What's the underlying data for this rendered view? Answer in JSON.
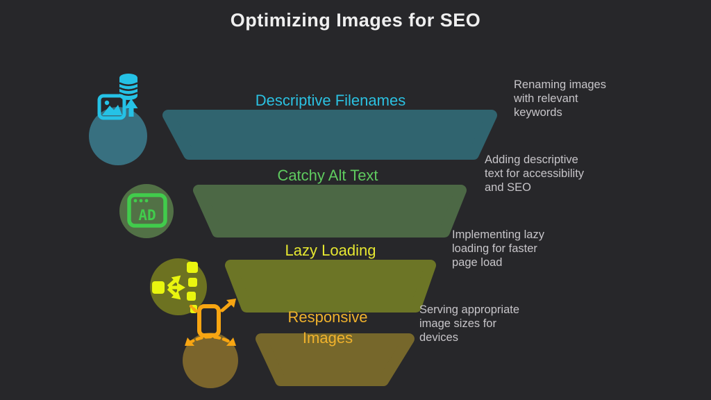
{
  "title": "Optimizing Images for SEO",
  "colors": {
    "background": "#27272a",
    "title_text": "#efefef",
    "description_text": "#c7c5c9"
  },
  "funnel": {
    "levels": [
      {
        "label": "Descriptive Filenames",
        "label_color": "#2bc1e1",
        "shape_color": "#30646f",
        "circle_color": "#387080",
        "icon": "image-upload-database-icon",
        "icon_color": "#25c2e6",
        "description": "Renaming images\nwith relevant\nkeywords"
      },
      {
        "label": "Catchy Alt Text",
        "label_color": "#5fcb5f",
        "shape_color": "#4c6845",
        "circle_color": "#527146",
        "icon": "ad-browser-icon",
        "icon_color": "#41cc4c",
        "description": "Adding descriptive\ntext for accessibility\nand SEO"
      },
      {
        "label": "Lazy Loading",
        "label_color": "#e6e731",
        "shape_color": "#6c7526",
        "circle_color": "#6d7221",
        "icon": "distribute-flow-icon",
        "icon_color": "#e9f50f",
        "description": "Implementing lazy\nloading for faster\npage load"
      },
      {
        "label": "Responsive\nImages",
        "label_color": "#f0b22c",
        "shape_color": "#76672b",
        "circle_color": "#7b652c",
        "icon": "responsive-phone-icon",
        "icon_color": "#f7a512",
        "description": "Serving appropriate\nimage sizes for\ndevices"
      }
    ]
  }
}
